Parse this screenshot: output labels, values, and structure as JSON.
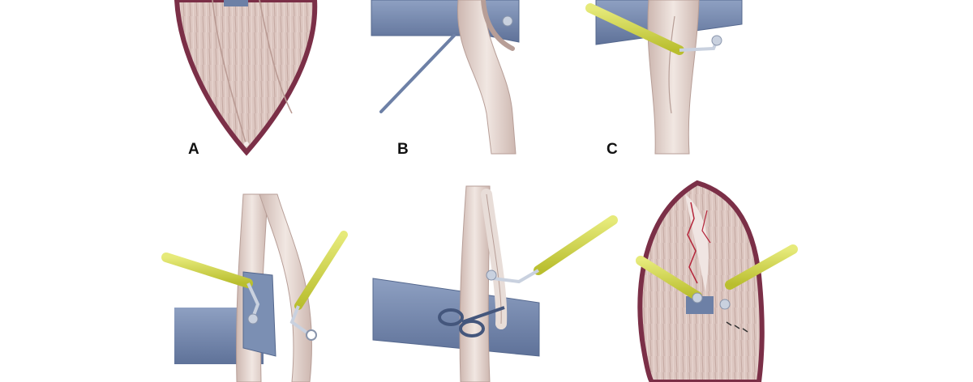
{
  "figure": {
    "panels": [
      {
        "id": "a",
        "label": "A"
      },
      {
        "id": "b",
        "label": "B"
      },
      {
        "id": "c",
        "label": "C"
      },
      {
        "id": "d",
        "label": ""
      },
      {
        "id": "e",
        "label": ""
      },
      {
        "id": "f",
        "label": ""
      }
    ]
  },
  "colors": {
    "background": "#ffffff",
    "muscle_fill": "#d9c3bd",
    "fascia_border": "#7b2f47",
    "nerve": "#e4d6cf",
    "nerve_outline": "#b79e97",
    "retractor_band": "#7b8fb3",
    "retractor_dark": "#55688e",
    "probe_yellow": "#d3d84a",
    "probe_tip": "#c9d1df",
    "vessel_red": "#b5263b"
  }
}
